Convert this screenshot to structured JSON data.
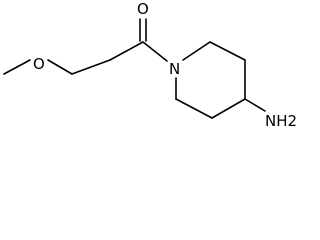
{
  "molecule": {
    "atoms": {
      "ether_oxygen": "O",
      "carbonyl_oxygen": "O",
      "ring_nitrogen": "N",
      "amine_group": "NH2"
    }
  }
}
